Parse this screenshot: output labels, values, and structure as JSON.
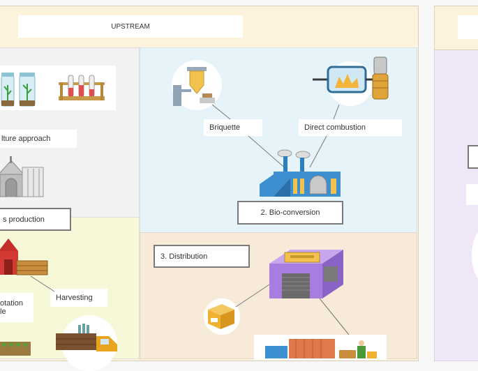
{
  "header": {
    "title": "UPSTREAM"
  },
  "left_top": {
    "culture_label": "lture approach",
    "production_label": "s production"
  },
  "left_bottom": {
    "rotation_label_line1": "otation",
    "rotation_label_line2": "le",
    "harvesting_label": "Harvesting"
  },
  "conversion": {
    "briquette_label": "Briquette",
    "combustion_label": "Direct combustion",
    "box_label": "2. Bio-conversion"
  },
  "distribution": {
    "box_label": "3. Distribution"
  },
  "colors": {
    "upstream_band": "#fdf3dc",
    "conversion_bg": "#e6f4fa",
    "distribution_bg": "#f8ead9",
    "left_top_bg": "#f2f2f2",
    "left_bottom_bg": "#f6f8d8",
    "right_panel_bg": "#efe6f8",
    "border": "#d8cfc0"
  }
}
